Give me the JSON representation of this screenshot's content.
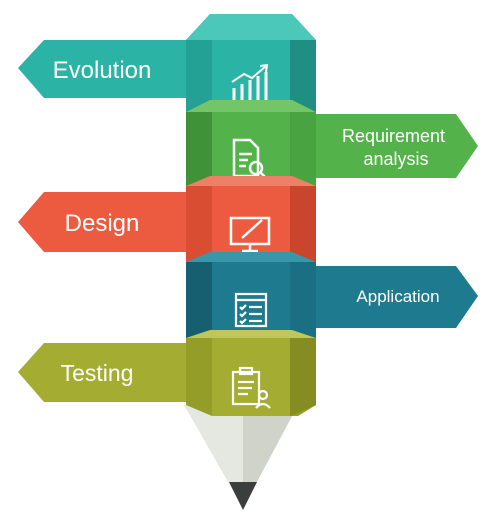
{
  "stages": [
    {
      "label": "Evolution",
      "icon": "growth-chart-icon",
      "side": "left"
    },
    {
      "label_lines": [
        "Requirement",
        "analysis"
      ],
      "icon": "document-search-icon",
      "side": "right"
    },
    {
      "label": "Design",
      "icon": "monitor-pen-icon",
      "side": "left"
    },
    {
      "label": "Application",
      "icon": "app-checklist-icon",
      "side": "right"
    },
    {
      "label": "Testing",
      "icon": "clipboard-user-icon",
      "side": "left"
    }
  ],
  "colors": {
    "teal": "#2bb3a5",
    "teal_dark": "#1f8f84",
    "teal_light": "#4cc8bb",
    "green": "#54b24a",
    "green_dark": "#3f9238",
    "green_light": "#74c468",
    "red": "#ec5b3f",
    "red_dark": "#c9452c",
    "red_light": "#f07f67",
    "blue": "#1e7b8f",
    "blue_dark": "#155f70",
    "blue_light": "#3a97a9",
    "olive": "#a4ad31",
    "olive_dark": "#858c22",
    "olive_light": "#bfc65a",
    "tip_wood": "#d9ddd4",
    "tip_lead": "#3a3f3e"
  }
}
